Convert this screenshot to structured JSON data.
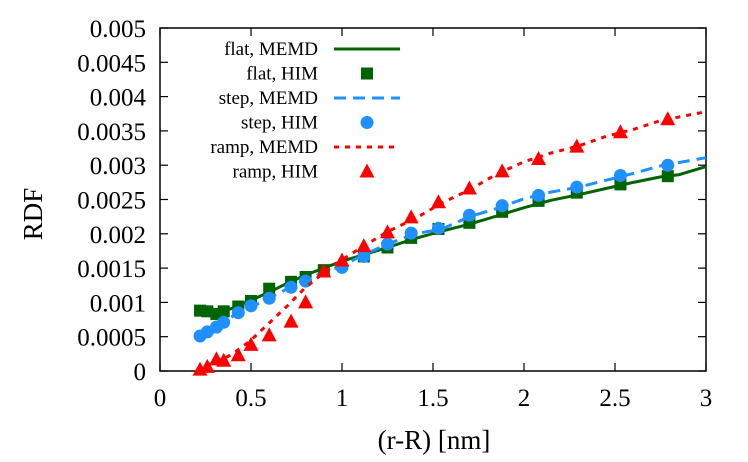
{
  "chart_data": {
    "type": "line",
    "title": "",
    "xlabel": "(r-R) [nm]",
    "ylabel": "RDF",
    "xlim": [
      0,
      3
    ],
    "ylim": [
      0,
      0.005
    ],
    "xticks": [
      0,
      0.5,
      1,
      1.5,
      2,
      2.5,
      3
    ],
    "xtick_labels": [
      "0",
      "0.5",
      "1",
      "1.5",
      "2",
      "2.5",
      "3"
    ],
    "yticks": [
      0,
      0.0005,
      0.001,
      0.0015,
      0.002,
      0.0025,
      0.003,
      0.0035,
      0.004,
      0.0045,
      0.005
    ],
    "ytick_labels": [
      "0",
      "0.0005",
      "0.001",
      "0.0015",
      "0.002",
      "0.0025",
      "0.003",
      "0.0035",
      "0.004",
      "0.0045",
      "0.005"
    ],
    "grid": false,
    "legend_position": "top-left",
    "series": [
      {
        "name": "flat, MEMD",
        "kind": "line",
        "style": "solid",
        "color": "#006400",
        "x": [
          0.21,
          0.25,
          0.3,
          0.35,
          0.4,
          0.5,
          0.6,
          0.7,
          0.8,
          0.9,
          1.0,
          1.1,
          1.25,
          1.4,
          1.55,
          1.7,
          1.85,
          2.0,
          2.15,
          2.3,
          2.45,
          2.6,
          2.75,
          2.85,
          3.0
        ],
        "y": [
          0.00087,
          0.00086,
          0.00083,
          0.00086,
          0.00092,
          0.00103,
          0.00115,
          0.00128,
          0.0014,
          0.0015,
          0.0016,
          0.00168,
          0.0018,
          0.00193,
          0.00204,
          0.00214,
          0.00226,
          0.00238,
          0.00249,
          0.00257,
          0.00266,
          0.00275,
          0.00283,
          0.00286,
          0.00298
        ]
      },
      {
        "name": "flat, HIM",
        "kind": "points",
        "marker": "square",
        "color": "#006400",
        "x": [
          0.22,
          0.26,
          0.31,
          0.35,
          0.43,
          0.5,
          0.6,
          0.72,
          0.8,
          0.9,
          1.12,
          1.25,
          1.38,
          1.53,
          1.7,
          1.88,
          2.08,
          2.29,
          2.53,
          2.79
        ],
        "y": [
          0.00088,
          0.00087,
          0.00083,
          0.00087,
          0.00094,
          0.00102,
          0.0012,
          0.0013,
          0.00137,
          0.00147,
          0.00167,
          0.0018,
          0.00194,
          0.00207,
          0.00216,
          0.00232,
          0.00248,
          0.0026,
          0.00272,
          0.00284
        ]
      },
      {
        "name": "step, MEMD",
        "kind": "line",
        "style": "dashed",
        "color": "#1E90FF",
        "x": [
          0.21,
          0.25,
          0.3,
          0.35,
          0.4,
          0.5,
          0.6,
          0.7,
          0.8,
          0.9,
          1.0,
          1.1,
          1.25,
          1.4,
          1.55,
          1.7,
          1.85,
          2.0,
          2.15,
          2.3,
          2.45,
          2.6,
          2.75,
          3.0
        ],
        "y": [
          0.00052,
          0.00057,
          0.00063,
          0.0007,
          0.0008,
          0.00093,
          0.00106,
          0.0012,
          0.00133,
          0.00144,
          0.00153,
          0.00167,
          0.00185,
          0.002,
          0.00207,
          0.00225,
          0.00237,
          0.00251,
          0.00261,
          0.00268,
          0.00278,
          0.00288,
          0.00299,
          0.00311
        ]
      },
      {
        "name": "step, HIM",
        "kind": "points",
        "marker": "circle",
        "color": "#1E90FF",
        "x": [
          0.22,
          0.26,
          0.31,
          0.35,
          0.43,
          0.5,
          0.6,
          0.72,
          0.8,
          1.0,
          1.12,
          1.25,
          1.38,
          1.53,
          1.7,
          1.88,
          2.08,
          2.29,
          2.53,
          2.79
        ],
        "y": [
          0.00051,
          0.00057,
          0.00064,
          0.00071,
          0.00085,
          0.00095,
          0.00106,
          0.00122,
          0.00131,
          0.00151,
          0.00167,
          0.00185,
          0.00201,
          0.00208,
          0.00227,
          0.00241,
          0.00256,
          0.00268,
          0.00285,
          0.003
        ]
      },
      {
        "name": "ramp, MEMD",
        "kind": "line",
        "style": "dotted",
        "color": "#FF0000",
        "x": [
          0.2,
          0.25,
          0.3,
          0.35,
          0.4,
          0.5,
          0.6,
          0.7,
          0.8,
          0.9,
          1.0,
          1.1,
          1.25,
          1.4,
          1.55,
          1.7,
          1.85,
          2.0,
          2.15,
          2.3,
          2.45,
          2.6,
          2.75,
          3.0
        ],
        "y": [
          0.0,
          5e-05,
          0.00015,
          0.00018,
          0.00025,
          0.00045,
          0.0007,
          0.00095,
          0.00122,
          0.00143,
          0.00162,
          0.00179,
          0.00203,
          0.00222,
          0.00245,
          0.00264,
          0.00287,
          0.00305,
          0.00318,
          0.00328,
          0.00342,
          0.00352,
          0.00365,
          0.00378
        ]
      },
      {
        "name": "ramp, HIM",
        "kind": "points",
        "marker": "triangle",
        "color": "#FF0000",
        "x": [
          0.22,
          0.26,
          0.31,
          0.35,
          0.43,
          0.5,
          0.6,
          0.72,
          0.8,
          0.9,
          1.0,
          1.12,
          1.25,
          1.38,
          1.53,
          1.7,
          1.88,
          2.08,
          2.29,
          2.53,
          2.79
        ],
        "y": [
          2e-05,
          6e-05,
          0.00017,
          0.00015,
          0.00023,
          0.00038,
          0.00052,
          0.00072,
          0.001,
          0.00145,
          0.00161,
          0.00182,
          0.00202,
          0.00224,
          0.00246,
          0.00266,
          0.00291,
          0.00309,
          0.00327,
          0.00348,
          0.00367
        ]
      }
    ]
  }
}
